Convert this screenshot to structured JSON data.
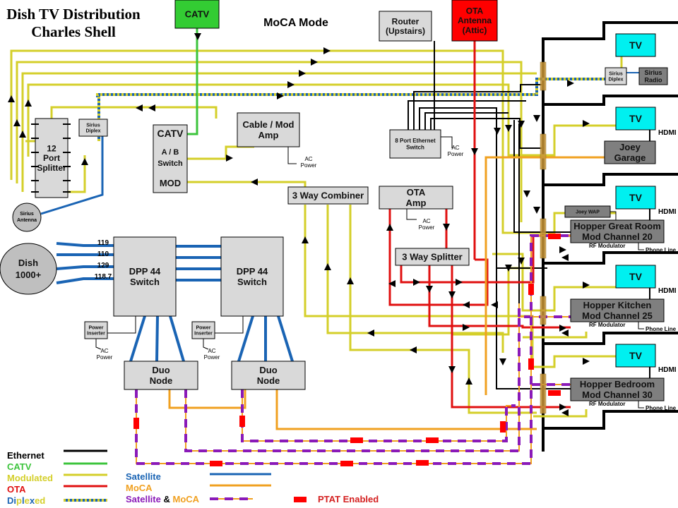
{
  "title": {
    "line1": "Dish TV Distribution",
    "line2": "Charles Shell"
  },
  "mode_label": "MoCA Mode",
  "colors": {
    "ethernet": "#000000",
    "catv": "#3cc43c",
    "modulated": "#d4cf2a",
    "ota": "#e01010",
    "satellite": "#1a64b4",
    "moca": "#f0a020",
    "satmoca_dash": "#8a1ab8",
    "ptat": "#ff0000",
    "tv_fill": "#00f0f0",
    "box_fill": "#d9d9d9",
    "dark_box_fill": "#7f7f7f",
    "catv_fill": "#33cc33",
    "ota_fill": "#ff0000"
  },
  "boxes": {
    "catv_source": "CATV",
    "router": [
      "Router",
      "(Upstairs)"
    ],
    "ota_antenna": [
      "OTA",
      "Antenna",
      "(Attic)"
    ],
    "splitter12": [
      "12",
      "Port",
      "Splitter"
    ],
    "sirius_diplex_left": [
      "Sirius",
      "Diplex"
    ],
    "sirius_antenna": [
      "Sirius",
      "Antenna"
    ],
    "catv_ab": [
      "CATV",
      "A / B",
      "Switch",
      "MOD"
    ],
    "cable_mod_amp": [
      "Cable /  Mod",
      "Amp"
    ],
    "eth_switch": [
      "8 Port Ethernet",
      "Switch"
    ],
    "combiner": "3 Way Combiner",
    "ota_amp": [
      "OTA",
      "Amp"
    ],
    "splitter3": "3 Way Splitter",
    "dish": [
      "Dish",
      "1000+"
    ],
    "dpp1": [
      "DPP 44",
      "Switch"
    ],
    "dpp2": [
      "DPP 44",
      "Switch"
    ],
    "power_inserter": [
      "Power",
      "Inserter"
    ],
    "duo_node": [
      "Duo",
      "Node"
    ],
    "tv": "TV",
    "sirius_diplex_right": [
      "Sirius",
      "Diplex"
    ],
    "sirius_radio": [
      "Sirius",
      "Radio"
    ],
    "joey_garage": [
      "Joey",
      "Garage"
    ],
    "joey_wap": "Joey WAP",
    "hopper_great_room": [
      "Hopper Great Room",
      "Mod Channel 20"
    ],
    "hopper_kitchen": [
      "Hopper Kitchen",
      "Mod Channel 25"
    ],
    "hopper_bedroom": [
      "Hopper Bedroom",
      "Mod Channel 30"
    ]
  },
  "labels": {
    "ac_power": [
      "AC",
      "Power"
    ],
    "hdmi": "HDMI",
    "rf_modulator": "RF Modulator",
    "phone_line": "Phone Line",
    "satellites": [
      "119",
      "110",
      "129",
      "118.7"
    ]
  },
  "legend": {
    "left": [
      {
        "label": "Ethernet",
        "color": "#000000",
        "style": "solid"
      },
      {
        "label": "CATV",
        "color": "#3cc43c",
        "style": "solid"
      },
      {
        "label": "Modulated",
        "color": "#d4cf2a",
        "style": "solid"
      },
      {
        "label": "OTA",
        "color": "#e01010",
        "style": "solid"
      },
      {
        "label": "Diplexed",
        "color": "#1a64b4",
        "style": "diplex"
      }
    ],
    "right": [
      {
        "label": "Satellite",
        "color": "#1a64b4",
        "style": "solid"
      },
      {
        "label": "MoCA",
        "color": "#f0a020",
        "style": "solid"
      },
      {
        "label_a": "Satellite",
        "label_amp": " & ",
        "label_b": "MoCA",
        "style": "satmoca"
      }
    ],
    "ptat": "PTAT  Enabled"
  }
}
